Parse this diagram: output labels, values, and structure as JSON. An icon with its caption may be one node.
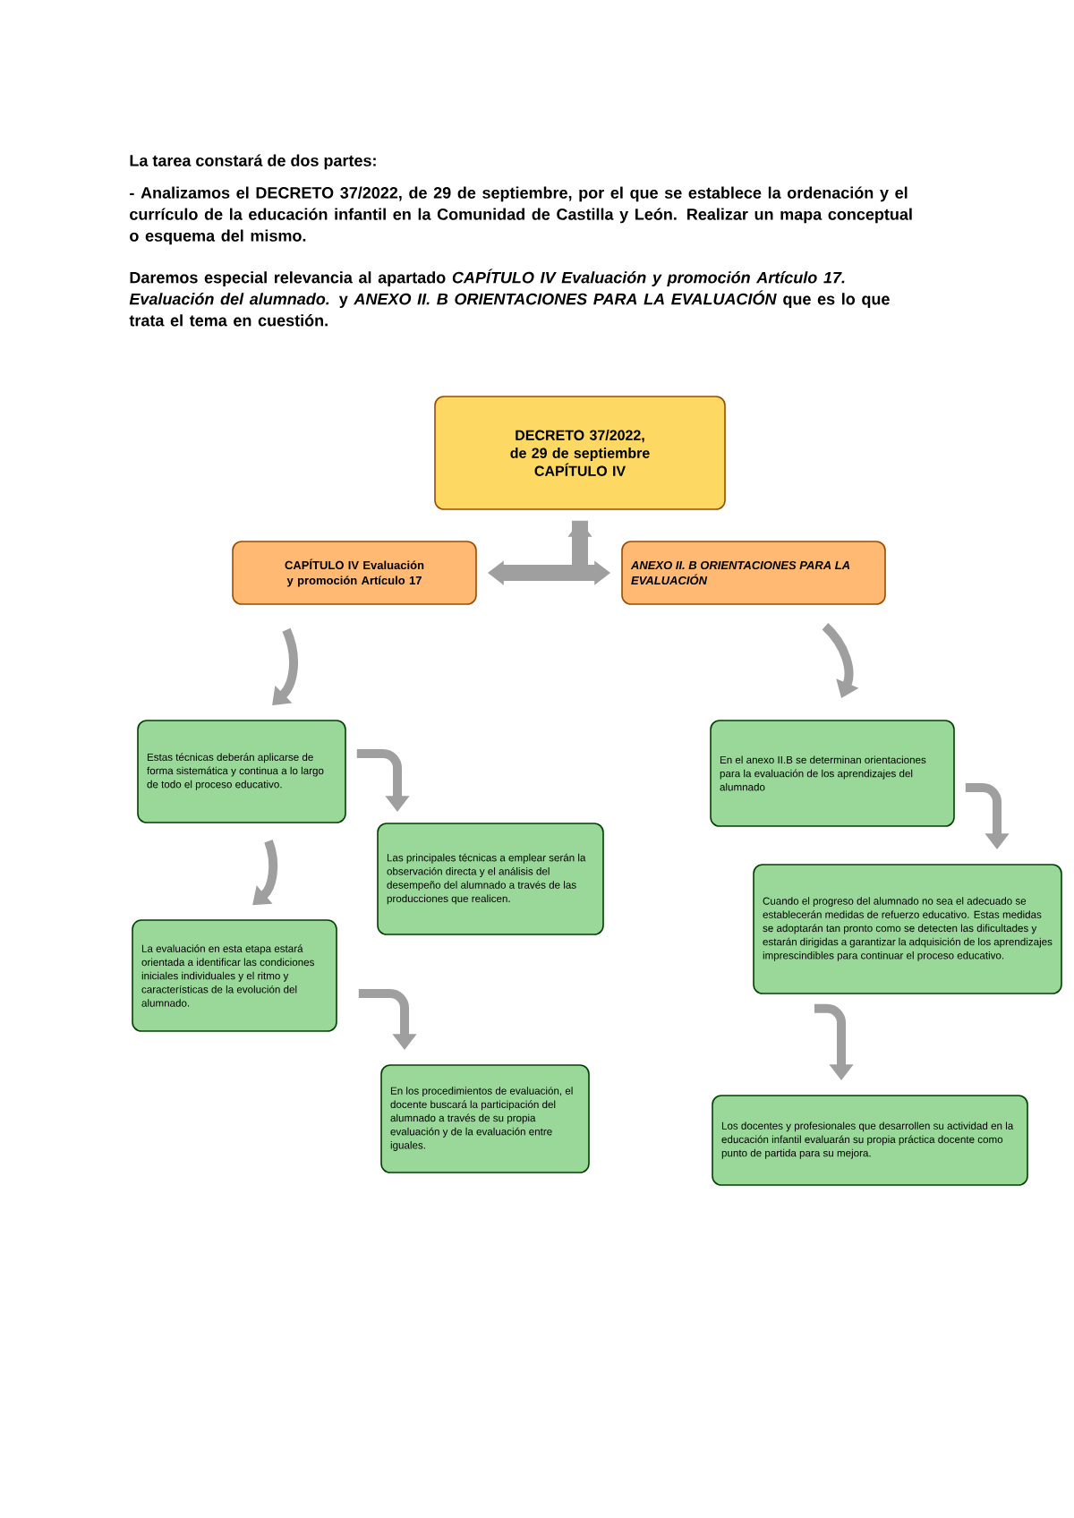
{
  "diagram": {
    "title": "La tarea constará de dos partes:",
    "labels": [
      "- Analizamos el DECRETO 37/2022, de 29 de septiembre, por el que se establece la ordenación y el currículo de la educación infantil en la Comunidad de Castilla y León. Realizar un mapa conceptual o esquema del mismo.",
      "Daremos especial relevancia al apartado *CAPÍTULO IV Evaluación y promoción Artículo 17. Evaluación del alumnado.* y *ANEXO II. B ORIENTACIONES PARA LA EVALUACIÓN* que es lo que trata el tema en cuestión."
    ],
    "nodes": [
      {
        "text": [
          "DECRETO 37/2022, de 29 de septiembre",
          "CAPÍTULO IV"
        ]
      },
      {
        "text": [
          "CAPÍTULO IV Evaluación y promoción Artículo 17"
        ]
      },
      {
        "text": [
          "ANEXO II. B ORIENTACIONES PARA LA EVALUACIÓN"
        ]
      },
      {
        "text": [
          "Estas técnicas deberán aplicarse de forma sistemática y continua a lo largo de todo el proceso educativo."
        ]
      },
      {
        "text": [
          "Las principales técnicas a emplear serán la observación directa y el análisis del desempeño del alumnado a través de las producciones que realicen."
        ]
      },
      {
        "text": [
          "La evaluación en esta etapa estará orientada a identificar las condiciones iniciales individuales y el ritmo y características de la evolución del alumnado."
        ]
      },
      {
        "text": [
          "En los procedimientos de evaluación, el docente buscará la participación del alumnado a través de su propia evaluación y de la evaluación entre iguales."
        ]
      },
      {
        "text": [
          "En el anexo II.B se determinan orientaciones para la evaluación de los aprendizajes del alumnado"
        ]
      },
      {
        "text": [
          "Cuando el progreso del alumnado no sea el adecuado se establecerán medidas de refuerzo educativo. Estas medidas se adoptarán tan pronto como se detecten las dificultades y estarán dirigidas a garantizar la adquisición de los aprendizajes imprescindibles para continuar el proceso educativo."
        ]
      },
      {
        "text": [
          "Los docentes y profesionales que desarrollen su actividad en la educación infantil evaluarán su propia práctica docente como punto de partida para su mejora."
        ]
      }
    ],
    "edges": [
      {
        "from": 1,
        "to": 0,
        "arrow": "both",
        "style": "thick"
      },
      {
        "from": 0,
        "to": 2,
        "arrow": "to",
        "style": "thick"
      },
      {
        "from": 1,
        "to": 3,
        "arrow": "to"
      },
      {
        "from": 2,
        "to": 7,
        "arrow": "to"
      },
      {
        "from": 3,
        "to": 4,
        "arrow": "to"
      },
      {
        "from": 3,
        "to": 5,
        "arrow": "to"
      },
      {
        "from": 5,
        "to": 6,
        "arrow": "to"
      },
      {
        "from": 7,
        "to": 8,
        "arrow": "to"
      },
      {
        "from": 8,
        "to": 9,
        "arrow": "to"
      }
    ]
  }
}
